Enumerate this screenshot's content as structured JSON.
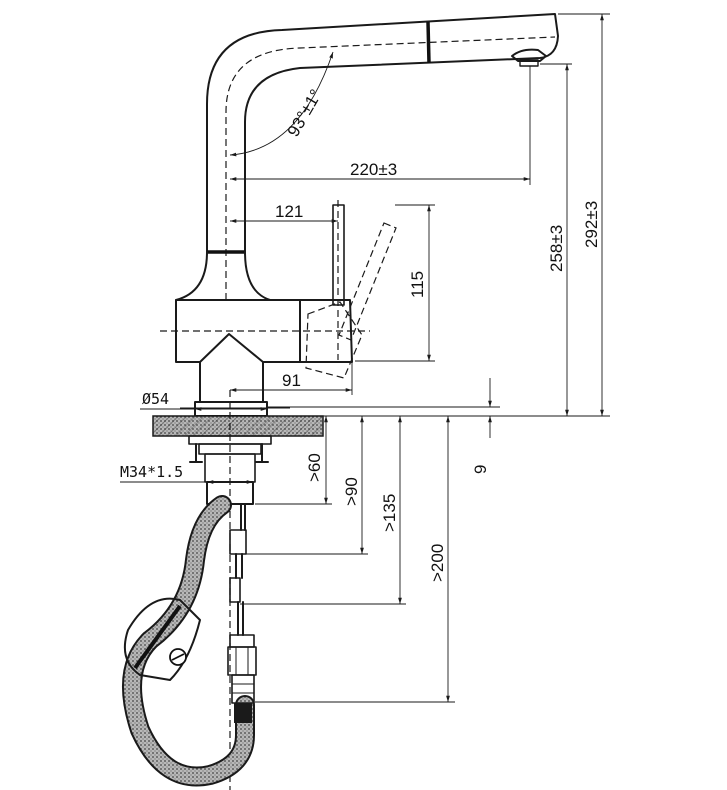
{
  "labels": {
    "angle": "93°±1°",
    "reach": "220±3",
    "lever_offset": "121",
    "lever_height": "115",
    "base_offset": "91",
    "base_diameter": "Ø54",
    "thread": "M34*1.5",
    "height_spout_outlet": "258±3",
    "height_total": "292±3",
    "deck_thickness": "9",
    "min_60": ">60",
    "min_90": ">90",
    "min_135": ">135",
    "min_200": ">200"
  },
  "colors": {
    "line": "#1a1a1a",
    "hose_fill": "#8a8a8a",
    "deck_fill": "#9a9a9a"
  }
}
